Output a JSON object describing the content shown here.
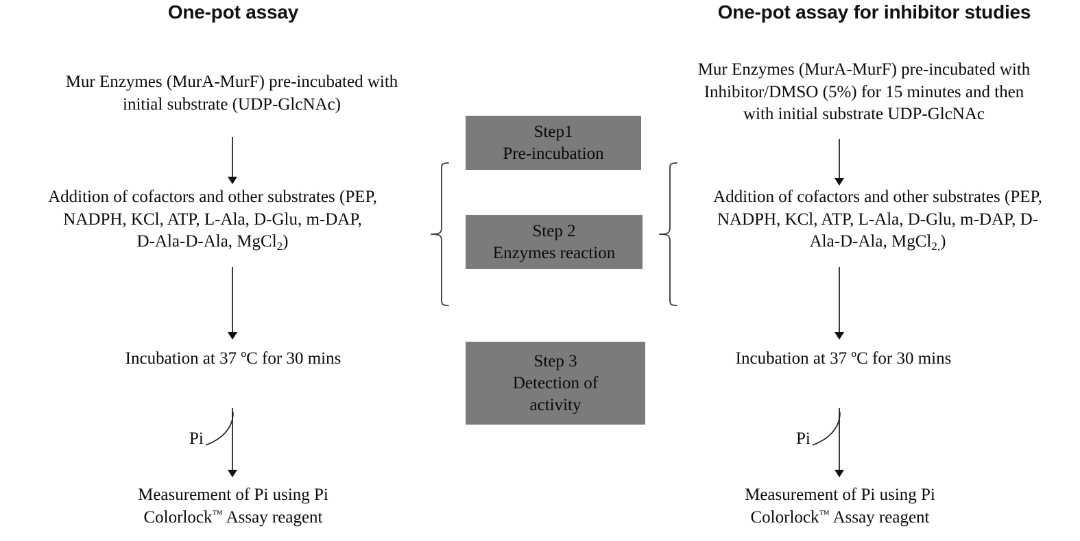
{
  "colors": {
    "step_box_fill": "#7d7a7a",
    "text": "#0b0b0b",
    "arrow": "#3a3a3a",
    "background": "#ffffff"
  },
  "columns": {
    "left": {
      "title": "One-pot assay",
      "steps": [
        {
          "id": "pre-incubation",
          "line1": "Mur Enzymes (MurA-MurF) pre-incubated with",
          "line2": "initial substrate (UDP-GlcNAc)"
        },
        {
          "id": "cofactor-addition",
          "line1": "Addition of cofactors and other substrates (PEP,",
          "line2": "NADPH, KCl, ATP, L-Ala, D-Glu, m-DAP,",
          "line3_pre": "D-Ala-D-Ala, MgCl",
          "line3_sub": "2",
          "line3_post": ")"
        },
        {
          "id": "incubation",
          "line1": "Incubation at 37 ºC for 30 mins"
        },
        {
          "id": "measurement",
          "line1_pre": "Measurement of Pi using Pi",
          "line2_pre": "Colorlock",
          "line2_sup": "™",
          "line2_post": " Assay reagent"
        }
      ],
      "pi_label": "Pi"
    },
    "right": {
      "title": "One-pot assay for inhibitor studies",
      "steps": [
        {
          "id": "pre-incubation",
          "line1": "Mur Enzymes (MurA-MurF) pre-incubated with",
          "line2": "Inhibitor/DMSO (5%) for 15 minutes and then",
          "line3": "with initial substrate UDP-GlcNAc"
        },
        {
          "id": "cofactor-addition",
          "line1": "Addition of cofactors and other substrates (PEP,",
          "line2": "NADPH, KCl, ATP, L-Ala, D-Glu, m-DAP, D-",
          "line3_pre": "Ala-D-Ala, MgCl",
          "line3_sub": "2,",
          "line3_post": ")"
        },
        {
          "id": "incubation",
          "line1": "Incubation at 37 ºC for 30 mins"
        },
        {
          "id": "measurement",
          "line1_pre": "Measurement of Pi using Pi",
          "line2_pre": "Colorlock",
          "line2_sup": "™",
          "line2_post": " Assay reagent"
        }
      ],
      "pi_label": "Pi"
    }
  },
  "center_steps": [
    {
      "id": "step-1",
      "line1": "Step1",
      "line2": "Pre-incubation"
    },
    {
      "id": "step-2",
      "line1": "Step 2",
      "line2": "Enzymes reaction"
    },
    {
      "id": "step-3",
      "line1": "Step 3",
      "line2": "Detection of",
      "line3": "activity"
    }
  ]
}
